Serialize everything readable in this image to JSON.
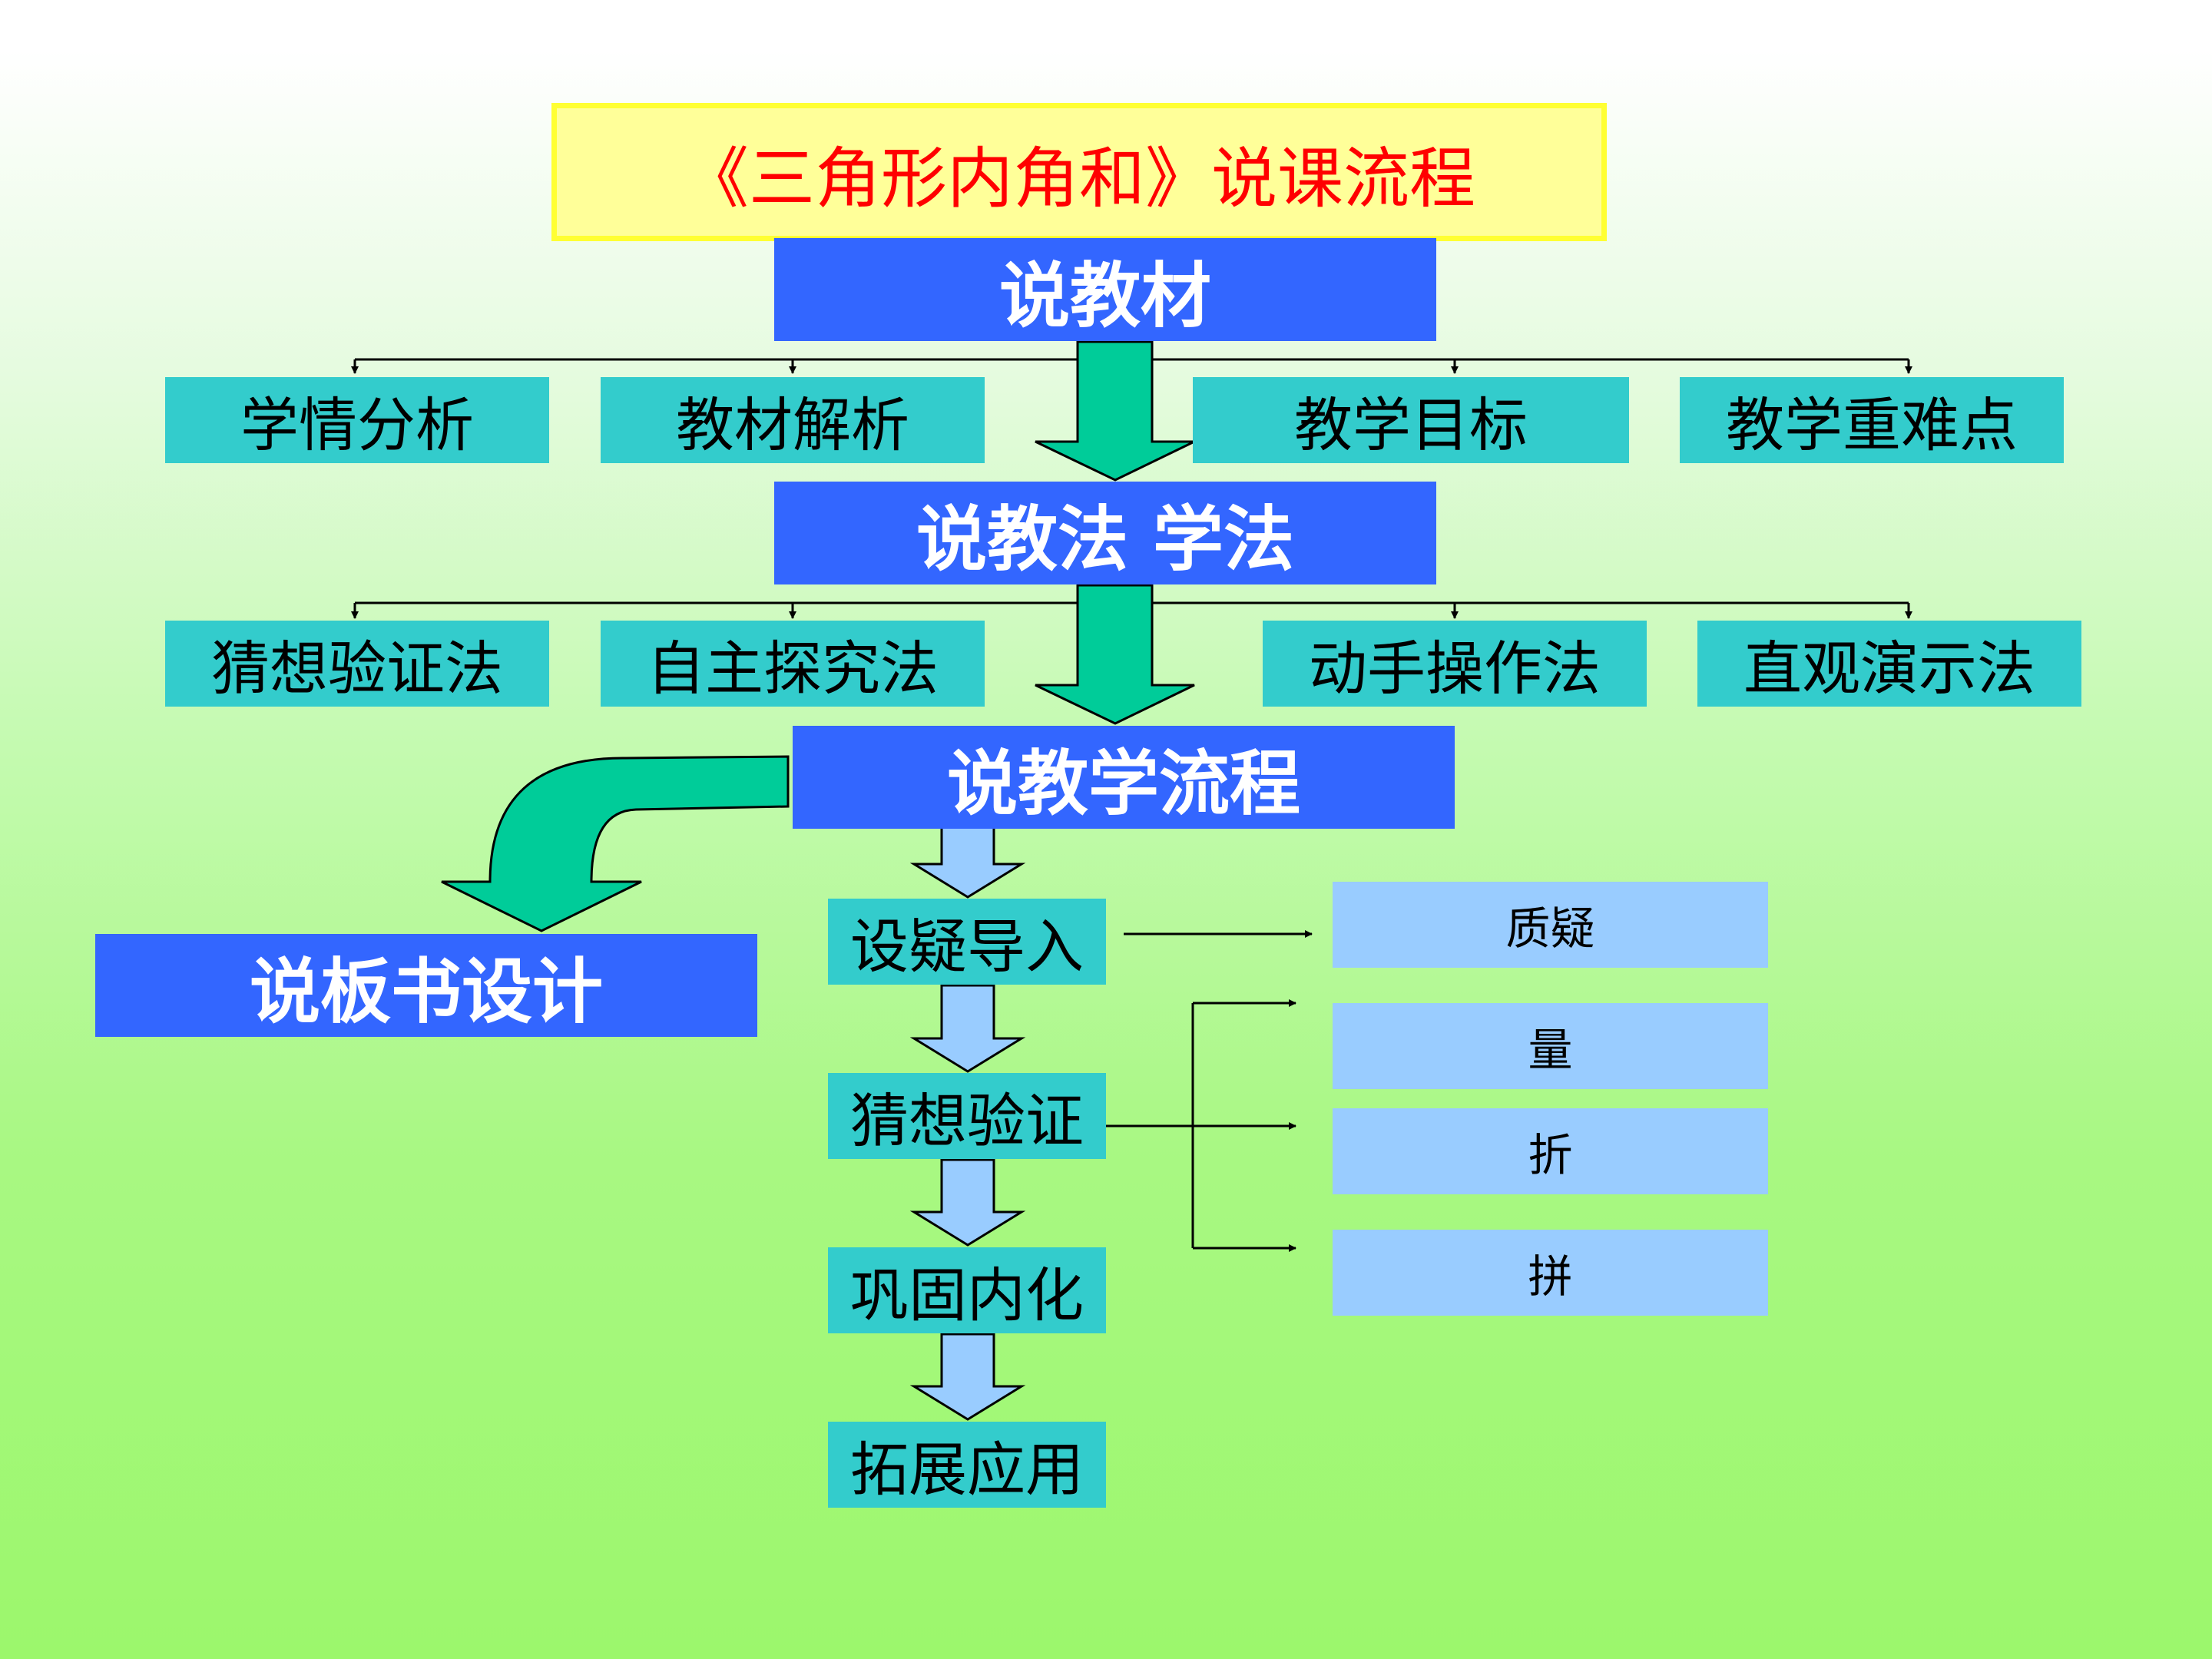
{
  "title": "《三角形内角和》说课流程",
  "sections": {
    "textbook": "说教材",
    "methods": "说教法 学法",
    "process": "说教学流程",
    "board": "说板书设计"
  },
  "textbook_items": [
    "学情分析",
    "教材解析",
    "教学目标",
    "教学重难点"
  ],
  "method_items": [
    "猜想验证法",
    "自主探究法",
    "动手操作法",
    "直观演示法"
  ],
  "process_steps": [
    "设疑导入",
    "猜想验证",
    "巩固内化",
    "拓展应用"
  ],
  "side_items": [
    "质疑",
    "量",
    "折",
    "拼"
  ],
  "colors": {
    "main_box": "#3366ff",
    "sub_box": "#33cccc",
    "side_box": "#99ccff",
    "big_arrow": "#00cc99",
    "small_arrow": "#99ccff",
    "title_text": "#ff0000",
    "title_fill": "#ffff99"
  }
}
